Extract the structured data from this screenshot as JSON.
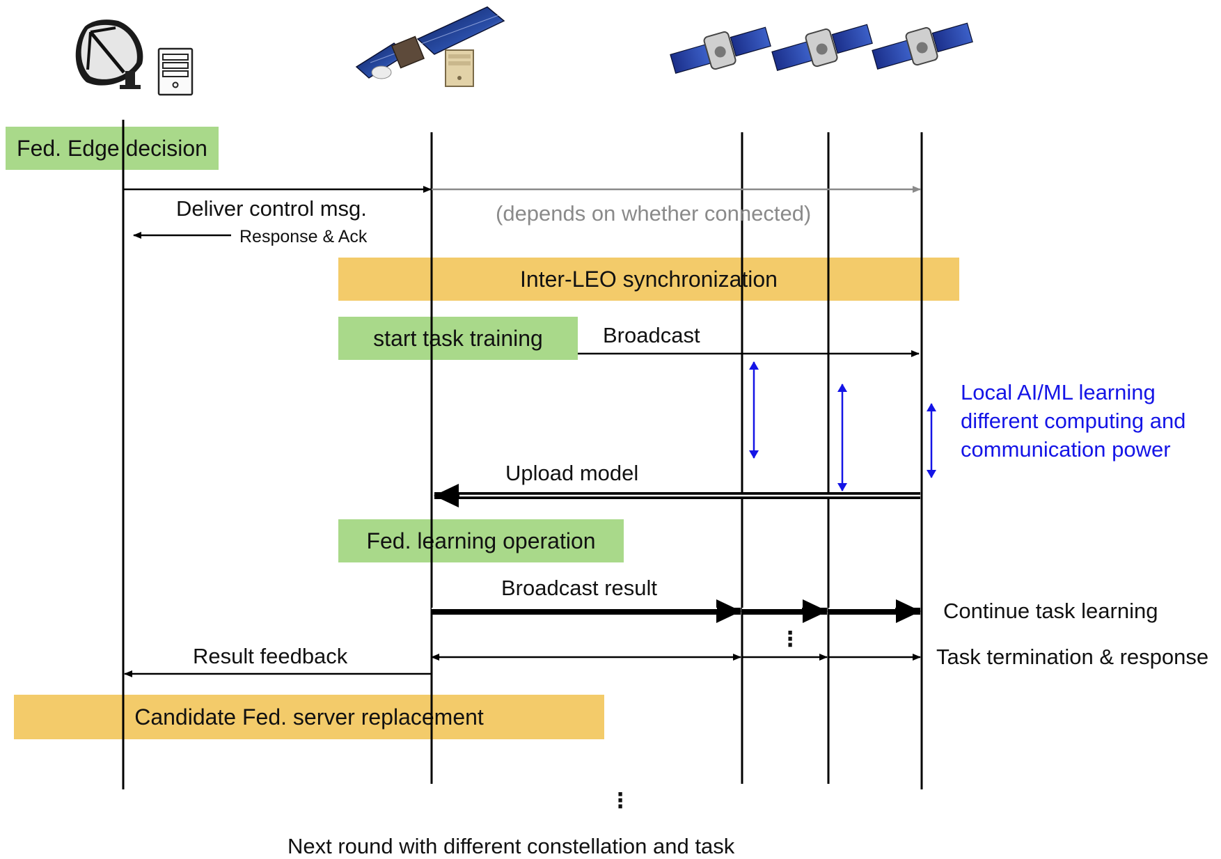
{
  "boxes": {
    "fed_edge_decision": "Fed. Edge decision",
    "inter_leo_sync": "Inter-LEO synchronization",
    "start_task_training": "start task training",
    "fed_learning_operation": "Fed. learning operation",
    "candidate_replacement": "Candidate Fed. server replacement"
  },
  "messages": {
    "deliver_control": "Deliver control msg.",
    "response_ack": "Response & Ack",
    "depends_on": "(depends on whether connected)",
    "broadcast": "Broadcast",
    "upload_model": "Upload model",
    "broadcast_result": "Broadcast result",
    "continue_learning": "Continue task learning",
    "result_feedback": "Result feedback",
    "task_termination": "Task termination & response",
    "next_round": "Next round with different constellation and task"
  },
  "local_learning": {
    "line1": "Local AI/ML learning",
    "line2": "different computing and",
    "line3": "communication power"
  },
  "ellipsis": "⋮",
  "icons": [
    "ground-station-dish-icon",
    "server-icon",
    "geo-satellite-icon",
    "leo-satellite-icon"
  ],
  "colors": {
    "green_box": "#a9d98a",
    "yellow_box": "#f3cb6a",
    "blue_text": "#1414e6",
    "grey_text": "#8a8a8a"
  }
}
